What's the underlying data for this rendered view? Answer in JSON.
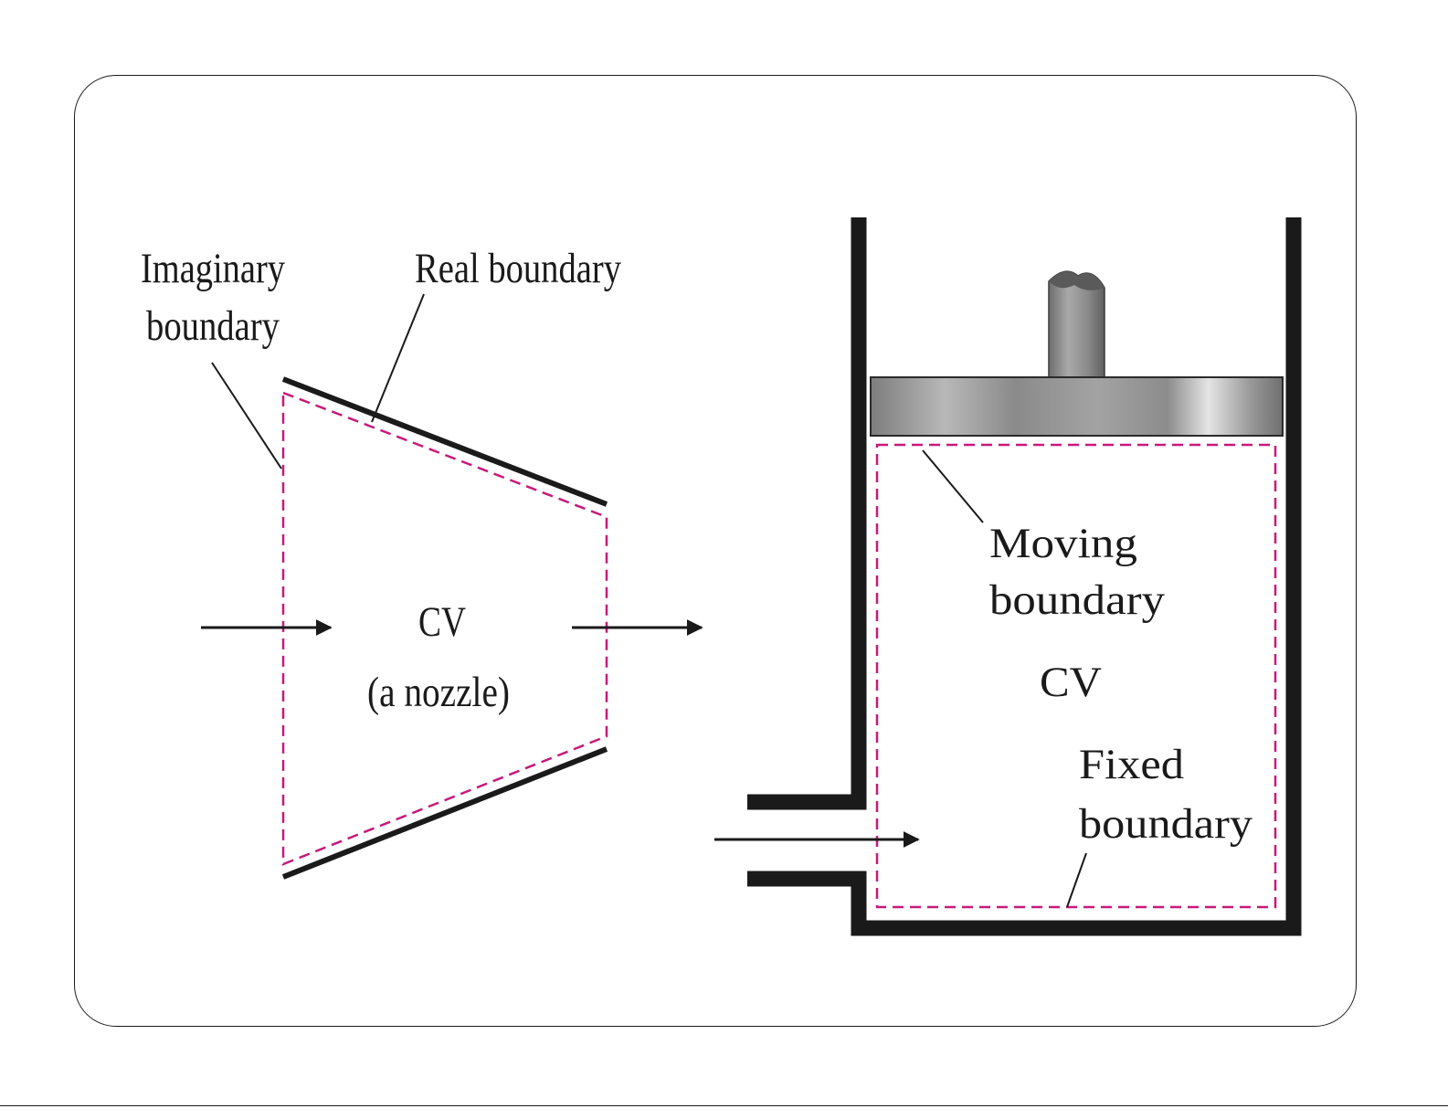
{
  "colors": {
    "ink": "#1a1a1a",
    "boundary_dashed": "#c8197a",
    "piston_gray": "#9a9a9a"
  },
  "nozzle": {
    "imaginary_line1": "Imaginary",
    "imaginary_line2": "boundary",
    "real_boundary": "Real boundary",
    "cv_label": "CV",
    "cv_sublabel": "(a nozzle)"
  },
  "piston_cylinder": {
    "moving_line1": "Moving",
    "moving_line2": "boundary",
    "cv_label": "CV",
    "fixed_line1": "Fixed",
    "fixed_line2": "boundary"
  }
}
